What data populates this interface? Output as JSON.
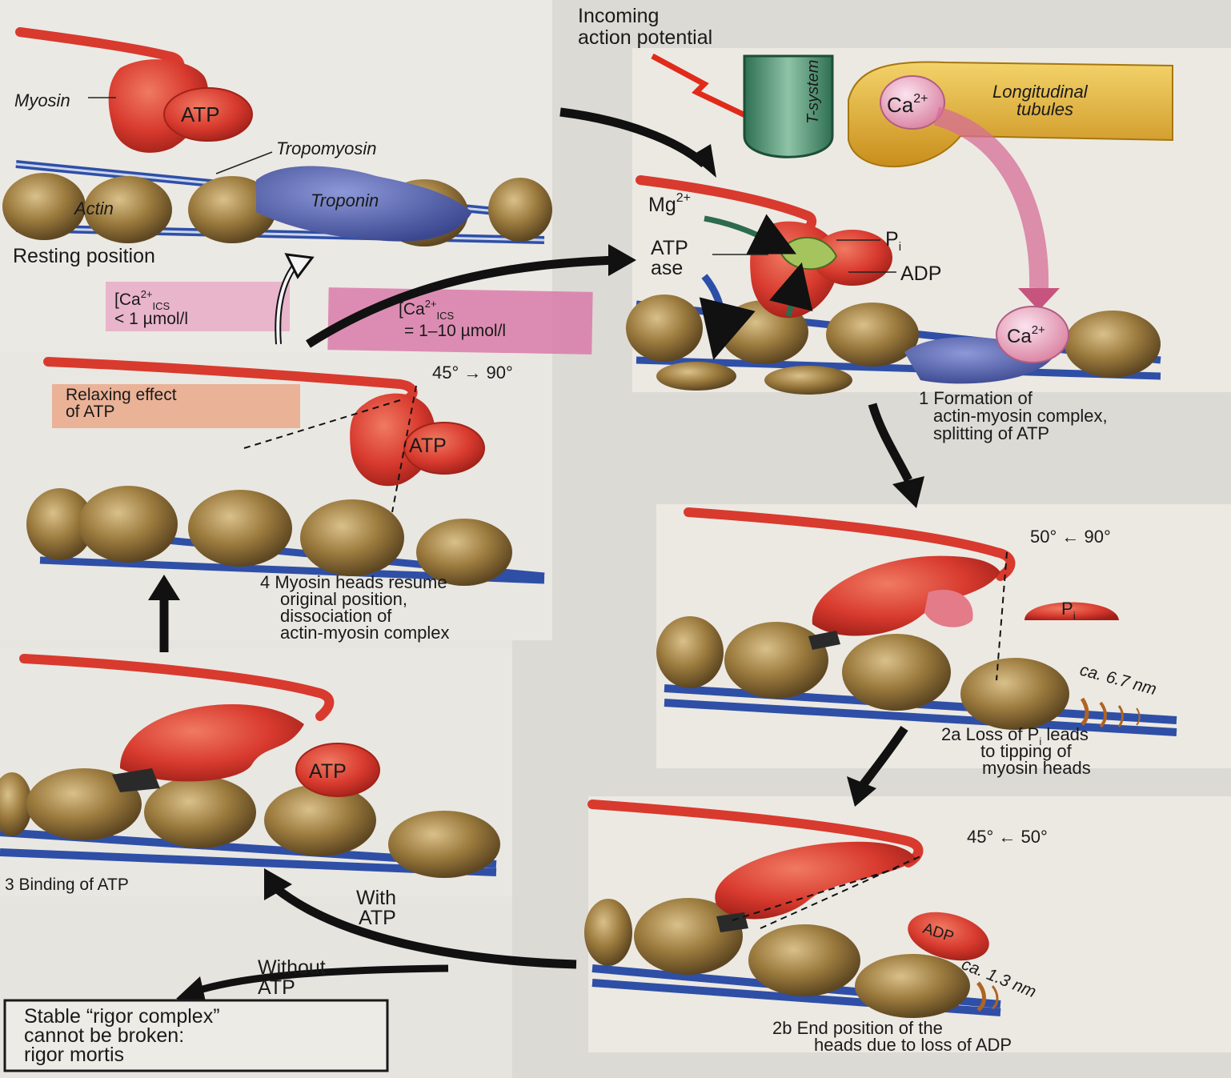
{
  "labels": {
    "myosin": "Myosin",
    "atp": "ATP",
    "tropomyosin": "Tropomyosin",
    "troponin": "Troponin",
    "actin": "Actin",
    "resting_position": "Resting position",
    "incoming_1": "Incoming",
    "incoming_2": "action potential",
    "t_system": "T-system",
    "longitudinal_1": "Longitudinal",
    "longitudinal_2": "tubules",
    "ca": "Ca",
    "ca_sup": "2+",
    "mg": "Mg",
    "mg_sup": "2+",
    "atp_ase_1": "ATP",
    "atp_ase_2": "ase",
    "pi": "P",
    "pi_sub": "i",
    "adp": "ADP",
    "ca_low_1": "[Ca",
    "ca_low_sup": "2+",
    "ca_low_sub": "ICS",
    "ca_low_2": "< 1 µmol/l",
    "ca_high_1": "[Ca",
    "ca_high_sup": "2+",
    "ca_high_sub": "ICS",
    "ca_high_2": "= 1–10 µmol/l",
    "angle_45_90": "45° → 90°",
    "relaxing_1": "Relaxing effect",
    "relaxing_2": "of ATP",
    "step1_1": "1 Formation of",
    "step1_2": "actin-myosin complex,",
    "step1_3": "splitting of ATP",
    "step4_1": "4 Myosin heads resume",
    "step4_2": "original position,",
    "step4_3": "dissociation of",
    "step4_3b": "actin-myosin complex",
    "angle_50_90": "50° ← 90°",
    "dist_67": "ca. 6.7 nm",
    "step2a_1": "2a Loss of P",
    "step2a_sub": "i",
    "step2a_1b": " leads",
    "step2a_2": "to tipping of",
    "step2a_3": "myosin heads",
    "step3": "3 Binding of ATP",
    "with_1": "With",
    "with_2": "ATP",
    "without_1": "Without",
    "without_2": "ATP",
    "angle_45_50": "45° ← 50°",
    "dist_13": "ca. 1.3 nm",
    "rigor_1": "Stable “rigor complex”",
    "rigor_2": "cannot be broken:",
    "rigor_3": "rigor mortis",
    "step2b_1": "2b End position of the",
    "step2b_2": "heads due to loss of ADP"
  },
  "colors": {
    "myosin_red": "#d83a2e",
    "actin_brown": "#9a7a3c",
    "troponin_blue": "#4a5aa8",
    "filament_blue": "#2f4fa6",
    "tubule_yellow": "#e7b63a",
    "tsystem_green": "#3f8a68",
    "ca_pink": "#e4a7c0",
    "arrow_black": "#111111",
    "pink_band": "#d97aa4",
    "orange_band": "#e8a07c"
  }
}
